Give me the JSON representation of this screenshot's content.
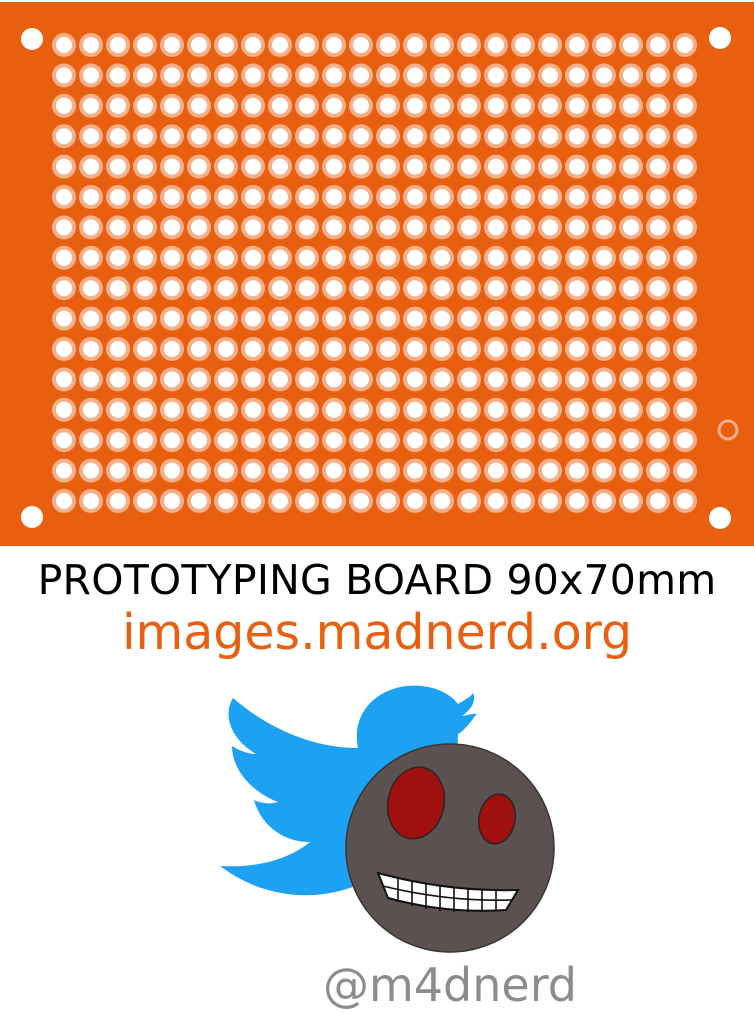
{
  "board": {
    "title": "PROTOTYPING BOARD 90x70mm",
    "hole_columns": 24,
    "hole_rows": 16,
    "board_color": "#e8600f",
    "pad_color": "#f3b08a",
    "hole_color": "#ffffff"
  },
  "site": {
    "url": "images.madnerd.org",
    "color": "#e8600f"
  },
  "social": {
    "handle": "@m4dnerd",
    "bird_color": "#1da1f2",
    "face_color": "#5a5150",
    "eye_color": "#a01010"
  }
}
